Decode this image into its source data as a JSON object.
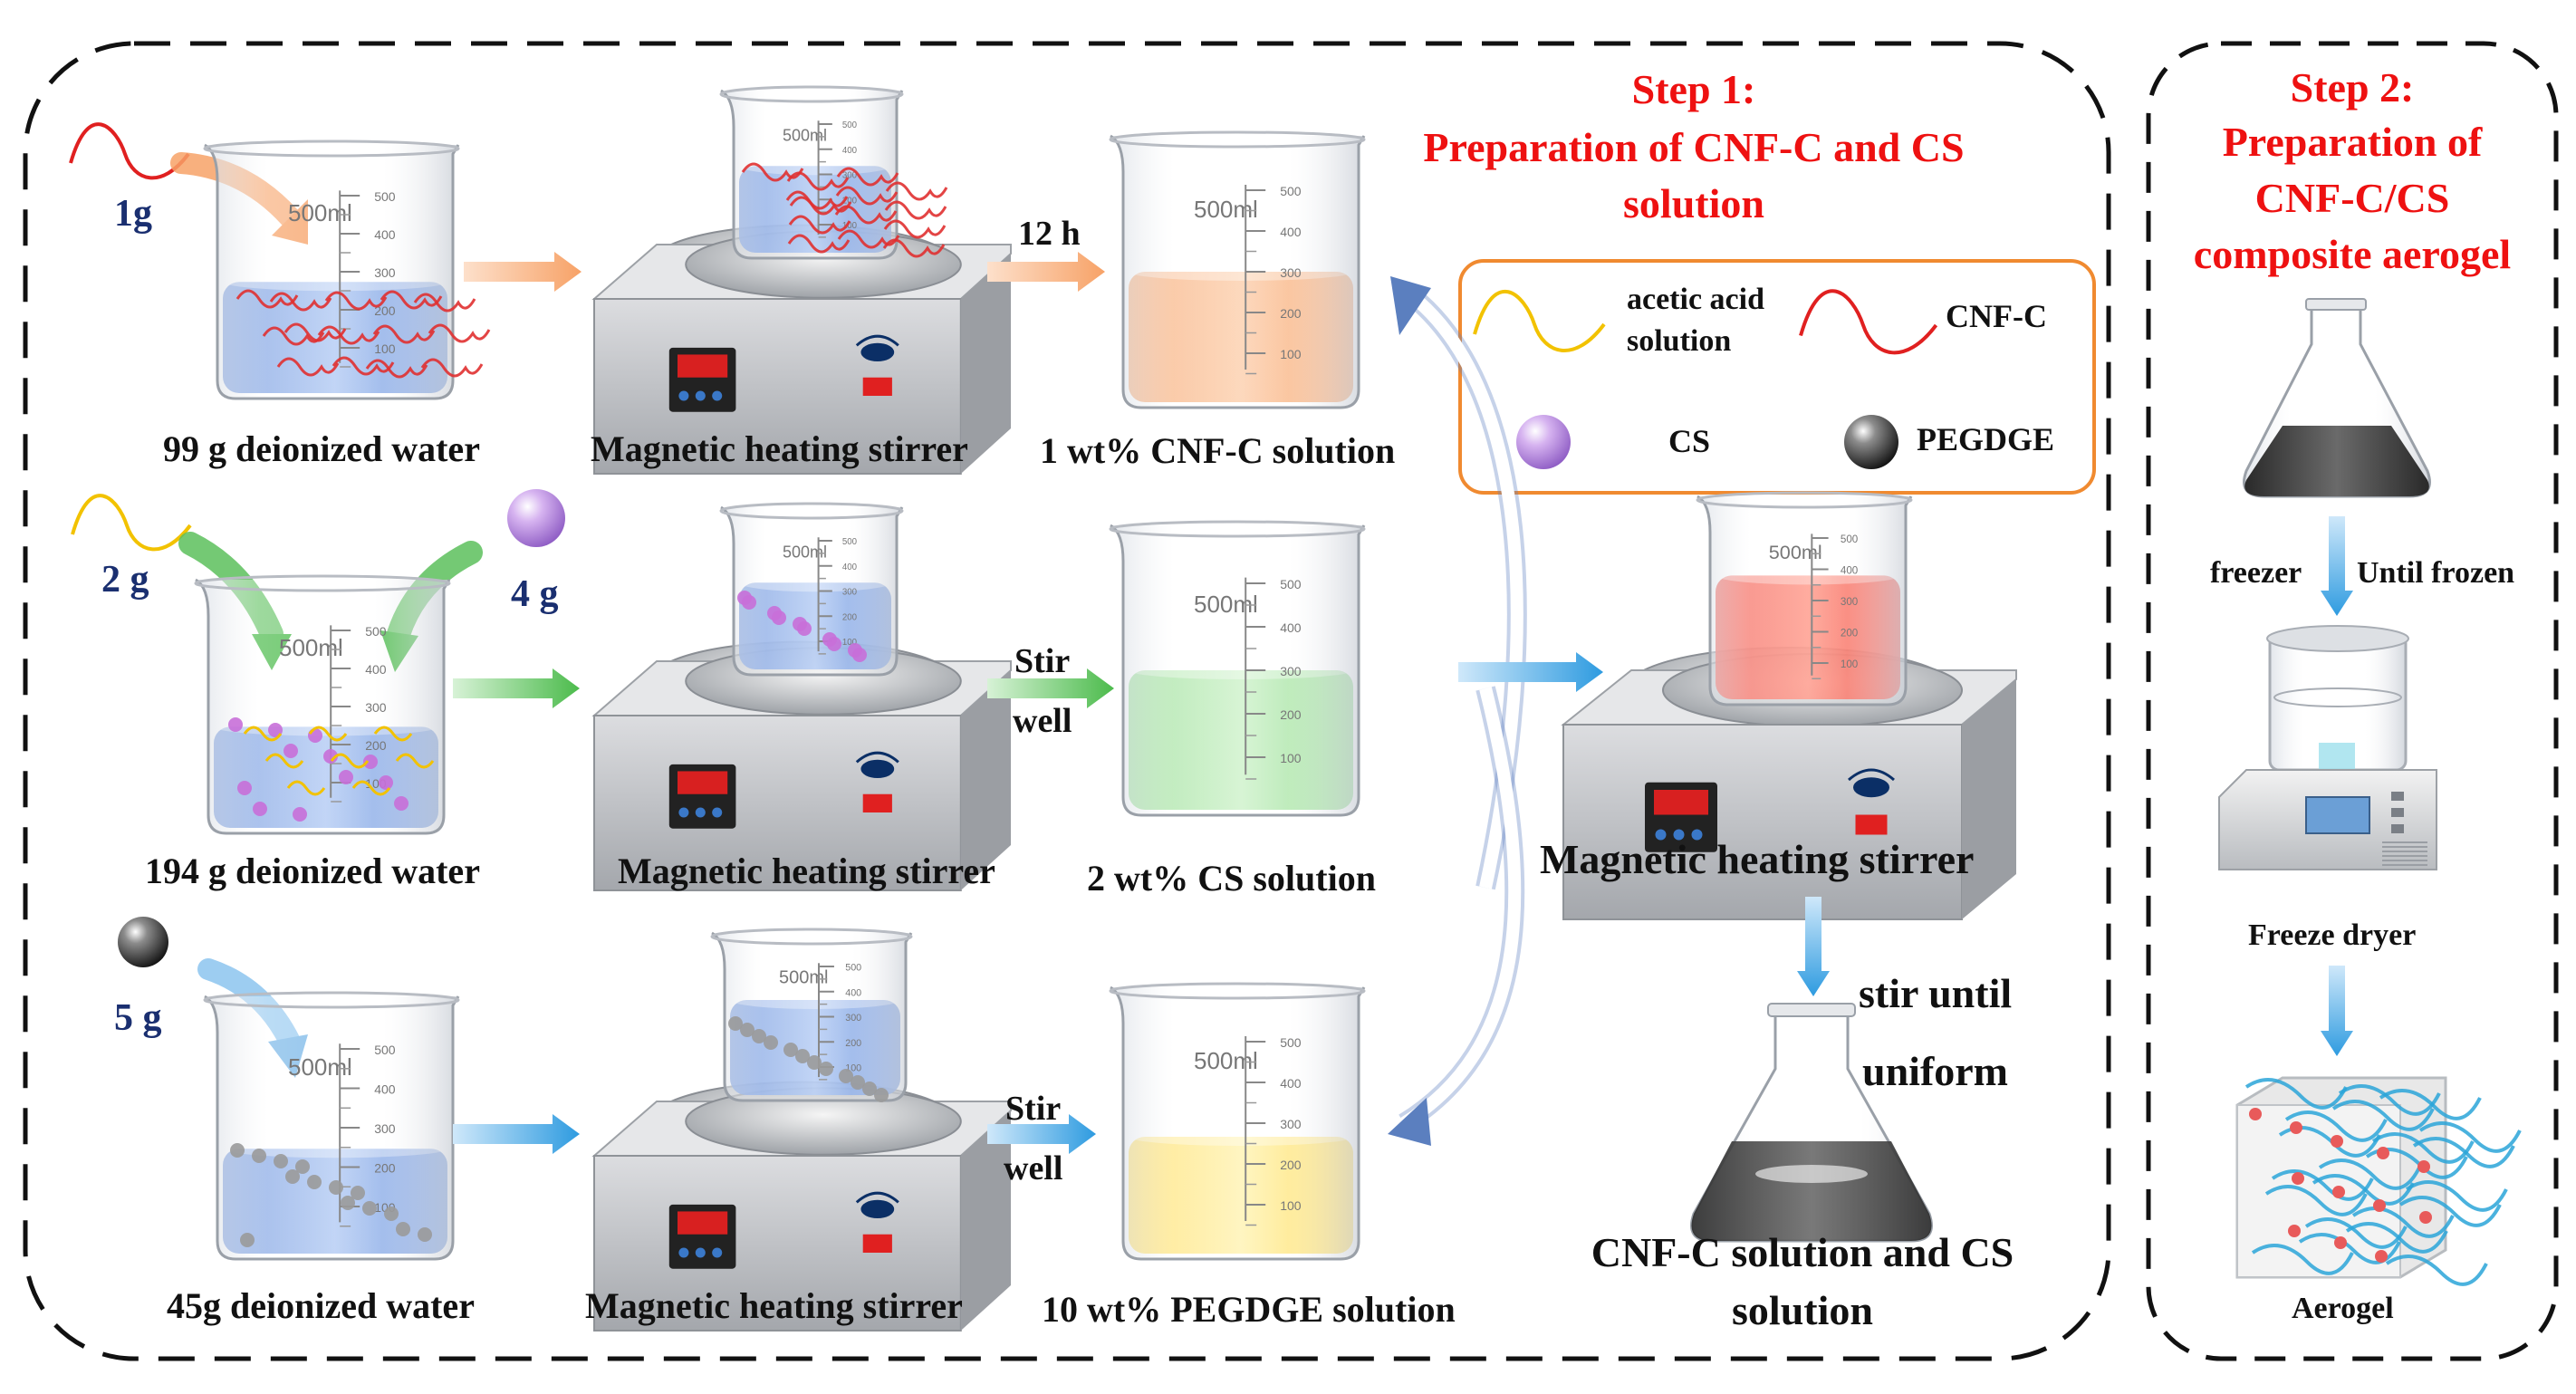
{
  "step1": {
    "line1": "Step 1:",
    "line2": "Preparation of CNF-C and CS",
    "line3": "solution"
  },
  "step2": {
    "line1": "Step 2:",
    "line2": "Preparation of",
    "line3": "CNF-C/CS",
    "line4": "composite aerogel"
  },
  "beaker_scale": {
    "volume": "500ml",
    "ticks": [
      "500",
      "400",
      "300",
      "200",
      "100"
    ]
  },
  "row1": {
    "mass": "1g",
    "water_label": "99 g deionized water",
    "stirrer_label": "Magnetic heating stirrer",
    "arrow_text": "12 h",
    "solution_label": "1 wt% CNF-C solution"
  },
  "row2": {
    "mass_left": "2 g",
    "mass_right": "4 g",
    "water_label": "194 g deionized water",
    "stirrer_label": "Magnetic heating stirrer",
    "arrow_text_1": "Stir",
    "arrow_text_2": "well",
    "solution_label": "2 wt% CS solution"
  },
  "row3": {
    "mass": "5 g",
    "water_label": "45g deionized water",
    "stirrer_label": "Magnetic heating stirrer",
    "arrow_text_1": "Stir",
    "arrow_text_2": "well",
    "solution_label": "10 wt% PEGDGE solution"
  },
  "legend": {
    "acetic_1": "acetic acid",
    "acetic_2": "solution",
    "cnfc": "CNF-C",
    "cs": "CS",
    "pegdge": "PEGDGE"
  },
  "mixing": {
    "stirrer_label": "Magnetic heating stirrer",
    "stir_1": "stir until",
    "stir_2": "uniform",
    "result_1": "CNF-C solution and CS",
    "result_2": "solution"
  },
  "step2_flow": {
    "freezer": "freezer",
    "until_frozen": "Until frozen",
    "freeze_dryer": "Freeze dryer",
    "aerogel": "Aerogel"
  },
  "colors": {
    "title_red": "#ee1111",
    "mass_navy": "#1a2f70",
    "legend_border": "#f08a30",
    "water_blue": "#7fa6e6",
    "cnfc_orange": "#f8b07a",
    "cs_green": "#9ee09a",
    "pegdge_yellow": "#ffe36a",
    "mix_red": "#f4584a",
    "arrow_blue": "#2e9be0",
    "arrow_orange": "#f7a267",
    "arrow_green": "#5cc05c"
  }
}
